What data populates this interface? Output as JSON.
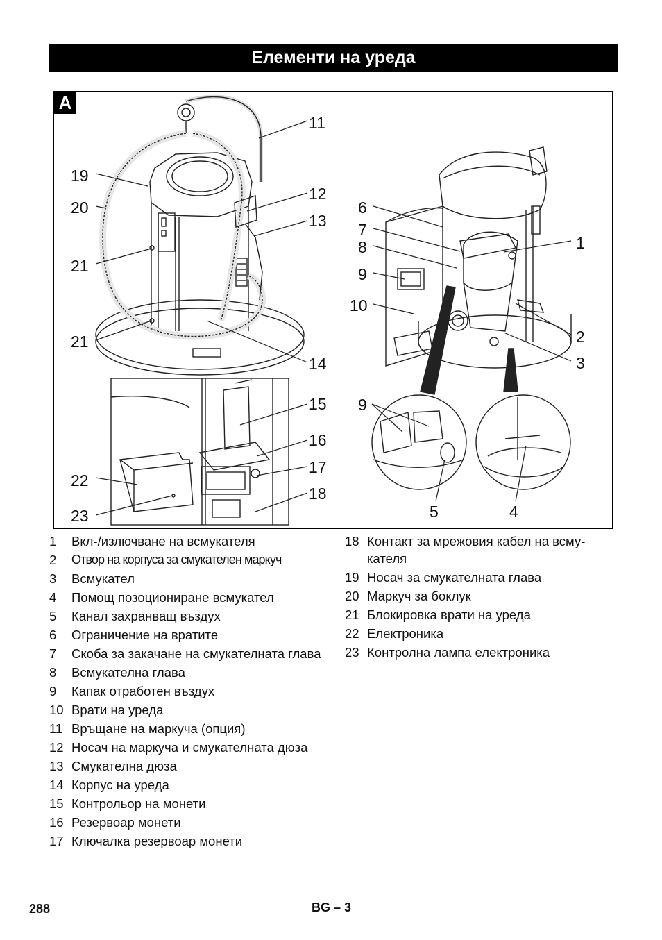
{
  "header": {
    "title": "Елементи на уреда"
  },
  "figure": {
    "badge": "A",
    "callouts": [
      {
        "id": "c11",
        "label": "11"
      },
      {
        "id": "c19",
        "label": "19"
      },
      {
        "id": "c12",
        "label": "12"
      },
      {
        "id": "c20",
        "label": "20"
      },
      {
        "id": "c13",
        "label": "13"
      },
      {
        "id": "c21a",
        "label": "21"
      },
      {
        "id": "c21b",
        "label": "21"
      },
      {
        "id": "c14",
        "label": "14"
      },
      {
        "id": "c15",
        "label": "15"
      },
      {
        "id": "c16",
        "label": "16"
      },
      {
        "id": "c17",
        "label": "17"
      },
      {
        "id": "c18",
        "label": "18"
      },
      {
        "id": "c22",
        "label": "22"
      },
      {
        "id": "c23",
        "label": "23"
      },
      {
        "id": "c6",
        "label": "6"
      },
      {
        "id": "c7",
        "label": "7"
      },
      {
        "id": "c8",
        "label": "8"
      },
      {
        "id": "c9a",
        "label": "9"
      },
      {
        "id": "c10",
        "label": "10"
      },
      {
        "id": "c1",
        "label": "1"
      },
      {
        "id": "c2",
        "label": "2"
      },
      {
        "id": "c3",
        "label": "3"
      },
      {
        "id": "c9b",
        "label": "9"
      },
      {
        "id": "c5",
        "label": "5"
      },
      {
        "id": "c4",
        "label": "4"
      }
    ]
  },
  "legend_left": [
    {
      "num": "1",
      "text": "Вкл-/излючване на всмукателя"
    },
    {
      "num": "2",
      "text": "Отвор на корпуса за смукателен маркуч"
    },
    {
      "num": "3",
      "text": "Всмукател"
    },
    {
      "num": "4",
      "text": "Помощ позоциониране всмукател"
    },
    {
      "num": "5",
      "text": "Канал захранващ въздух"
    },
    {
      "num": "6",
      "text": "Ограничение на вратите"
    },
    {
      "num": "7",
      "text": "Скоба за закачане на смукателната глава"
    },
    {
      "num": "8",
      "text": "Всмукателна глава"
    },
    {
      "num": "9",
      "text": "Капак отработен въздух"
    },
    {
      "num": "10",
      "text": "Врати на уреда"
    },
    {
      "num": "11",
      "text": "Връщане на маркуча (опция)"
    },
    {
      "num": "12",
      "text": "Носач на маркуча и смукателната дюза"
    },
    {
      "num": "13",
      "text": "Смукателна дюза"
    },
    {
      "num": "14",
      "text": "Корпус на уреда"
    },
    {
      "num": "15",
      "text": "Контрольор на монети"
    },
    {
      "num": "16",
      "text": "Резервоар монети"
    },
    {
      "num": "17",
      "text": "Ключалка резервоар монети"
    }
  ],
  "legend_right": [
    {
      "num": "18",
      "text": "Контакт за мрежовия кабел на всму- кателя"
    },
    {
      "num": "19",
      "text": "Носач за смукателната глава"
    },
    {
      "num": "20",
      "text": "Маркуч за боклук"
    },
    {
      "num": "21",
      "text": "Блокировка врати на уреда"
    },
    {
      "num": "22",
      "text": "Електроника"
    },
    {
      "num": "23",
      "text": "Контролна лампа електроника"
    }
  ],
  "footer": {
    "page_number": "288",
    "language": "BG – 3"
  }
}
